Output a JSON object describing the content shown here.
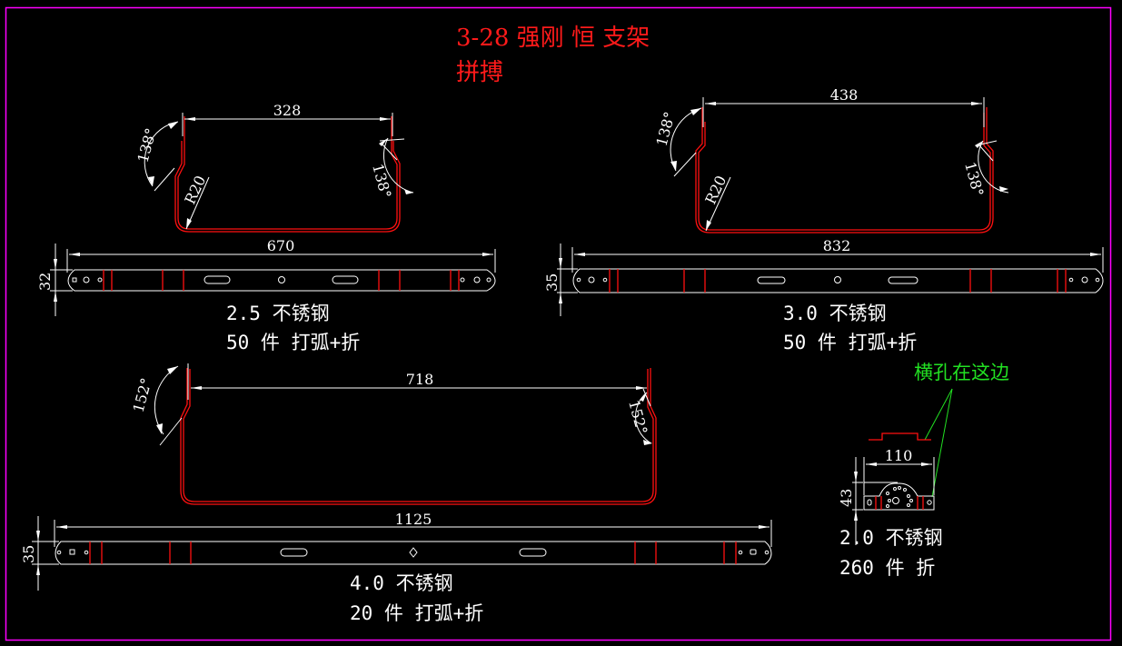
{
  "title": {
    "line1": "3-28 强刚 恒 支架",
    "line2": "拼搏"
  },
  "colors": {
    "background": "#000000",
    "frame": "#ff00ff",
    "title": "#ff1a1a",
    "bend_line": "#ff1010",
    "dimension": "#ffffff",
    "annotation": "#22e022"
  },
  "parts": [
    {
      "id": "part-1",
      "profile": {
        "width_dim": "328",
        "angle_left": "138°",
        "angle_right": "138°",
        "radius": "R20"
      },
      "blank": {
        "length_dim": "670",
        "height_dim": "32"
      },
      "note": {
        "material": "2.5 不锈钢",
        "quantity": "50 件 打弧+折"
      }
    },
    {
      "id": "part-2",
      "profile": {
        "width_dim": "438",
        "angle_left": "138°",
        "angle_right": "138°",
        "radius": "R20"
      },
      "blank": {
        "length_dim": "832",
        "height_dim": "35"
      },
      "note": {
        "material": "3.0 不锈钢",
        "quantity": "50 件 打弧+折"
      }
    },
    {
      "id": "part-3",
      "profile": {
        "width_dim": "718",
        "angle_left": "152°",
        "angle_right": "152°"
      },
      "blank": {
        "length_dim": "1125",
        "height_dim": "35"
      },
      "note": {
        "material": "4.0 不锈钢",
        "quantity": "20 件 打弧+折"
      }
    },
    {
      "id": "part-4",
      "annotation": "横孔在这边",
      "blank": {
        "length_dim": "110",
        "height_dim": "43"
      },
      "note": {
        "material": "2.0 不锈钢",
        "quantity": "260 件 折"
      }
    }
  ]
}
